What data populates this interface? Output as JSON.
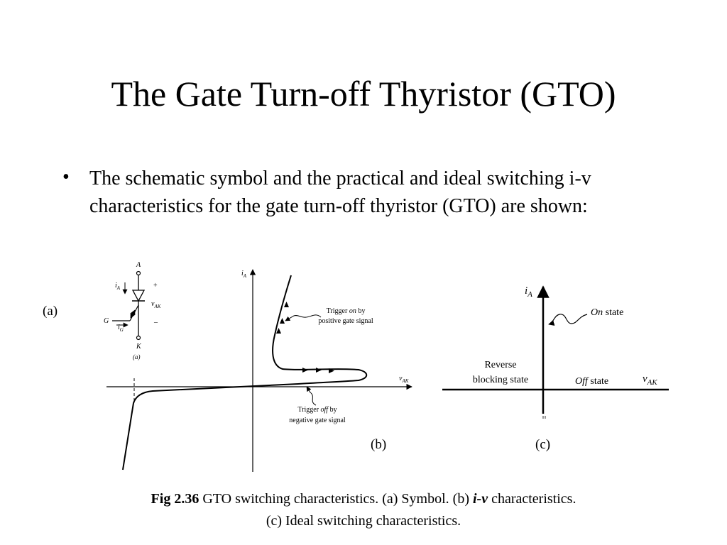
{
  "title": "The Gate Turn-off Thyristor (GTO)",
  "bullet": {
    "marker": "•",
    "text": "The schematic symbol and the practical and ideal switching i-v characteristics for the gate turn-off thyristor (GTO) are shown:"
  },
  "labels": {
    "a": "(a)",
    "b": "(b)",
    "c": "(c)"
  },
  "symbol": {
    "anode": "A",
    "cathode": "K",
    "gate": "G",
    "anode_current": "i",
    "anode_current_sub": "A",
    "gate_current": "i",
    "gate_current_sub": "G",
    "voltage": "v",
    "voltage_sub": "AK",
    "plus": "+",
    "minus": "–",
    "sub_label": "(a)"
  },
  "practical": {
    "y_axis": "i",
    "y_axis_sub": "A",
    "x_axis": "v",
    "x_axis_sub": "AK",
    "trigger_on_1": "Trigger ",
    "trigger_on_em": "on",
    "trigger_on_2": " by",
    "trigger_on_line2": "positive gate signal",
    "trigger_off_1": "Trigger ",
    "trigger_off_em": "off",
    "trigger_off_2": " by",
    "trigger_off_line2": "negative gate signal"
  },
  "ideal": {
    "y_axis": "i",
    "y_axis_sub": "A",
    "x_axis": "v",
    "x_axis_sub": "AK",
    "on_state_em": "On",
    "on_state_rest": " state",
    "reverse_line1": "Reverse",
    "reverse_line2": "blocking state",
    "off_state_em": "Off",
    "off_state_rest": " state"
  },
  "caption": {
    "fig_num": "Fig 2.36",
    "line1_a": " GTO switching characteristics. (a)  Symbol. (b) ",
    "line1_iv": "i-v",
    "line1_b": " characteristics.",
    "line2": "(c) Ideal switching characteristics."
  }
}
